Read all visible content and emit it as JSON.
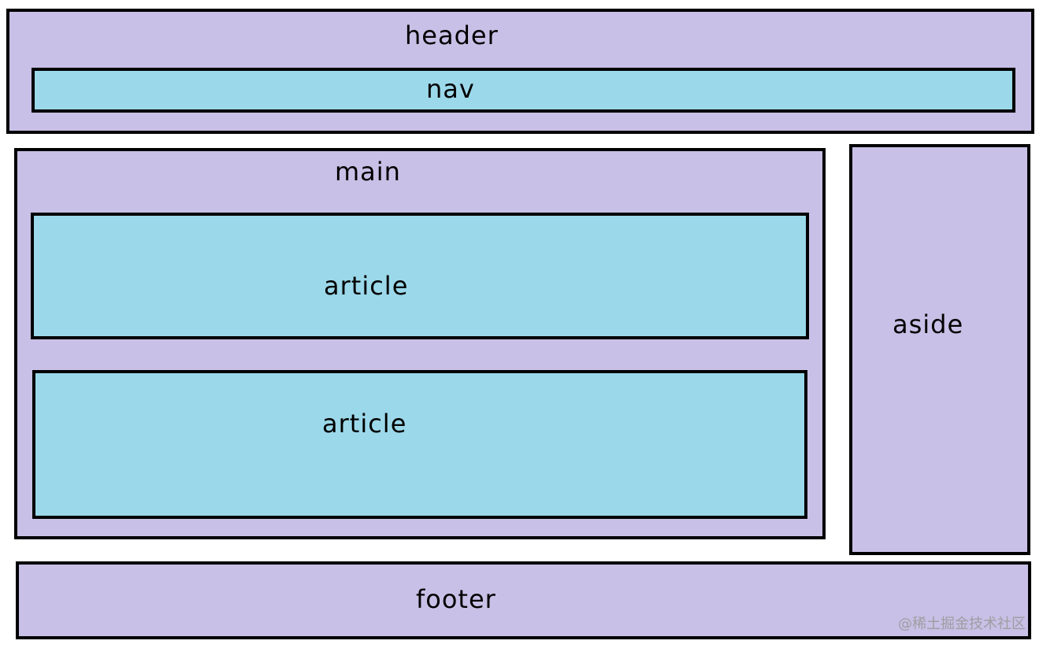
{
  "regions": {
    "header": "header",
    "nav": "nav",
    "main": "main",
    "article_1": "article",
    "article_2": "article",
    "aside": "aside",
    "footer": "footer"
  },
  "watermark": "@稀土掘金技术社区",
  "colors": {
    "container_fill": "#c8c0e6",
    "inner_fill": "#9bd8ea",
    "border": "#000000",
    "background": "#ffffff"
  }
}
